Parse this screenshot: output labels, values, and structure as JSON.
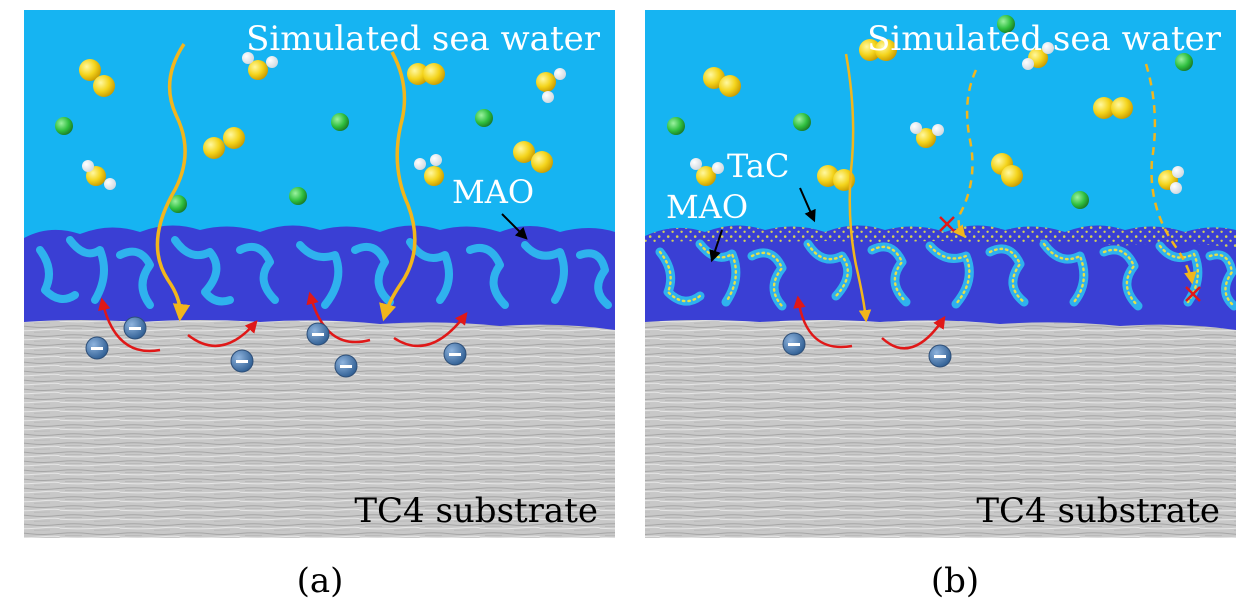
{
  "figure": {
    "panels": [
      {
        "id": "a",
        "caption": "(a)",
        "environment_label": "Simulated sea water",
        "substrate_label": "TC4 substrate",
        "coating_labels": [
          "MAO"
        ]
      },
      {
        "id": "b",
        "caption": "(b)",
        "environment_label": "Simulated sea water",
        "substrate_label": "TC4 substrate",
        "coating_labels": [
          "TaC",
          "MAO"
        ]
      }
    ]
  },
  "colors": {
    "seawater": "#16b4f2",
    "mao_layer": "#3a3fd4",
    "mao_pores": "#2fb2ee",
    "tac_particles": "#e6e04a",
    "substrate": "#c9c9c9",
    "corrosion_path": "#f2b61c",
    "electron_path": "#e01818",
    "electron": "#4a78b0",
    "chloride_ion": "#2fbf3f",
    "oxygen_molecule": "#f2d21a",
    "water_hydrogen": "#ffffff",
    "blocked_mark": "#e01818"
  },
  "icons": {
    "electron": "minus-circle-icon",
    "blocked": "x-mark-icon"
  }
}
